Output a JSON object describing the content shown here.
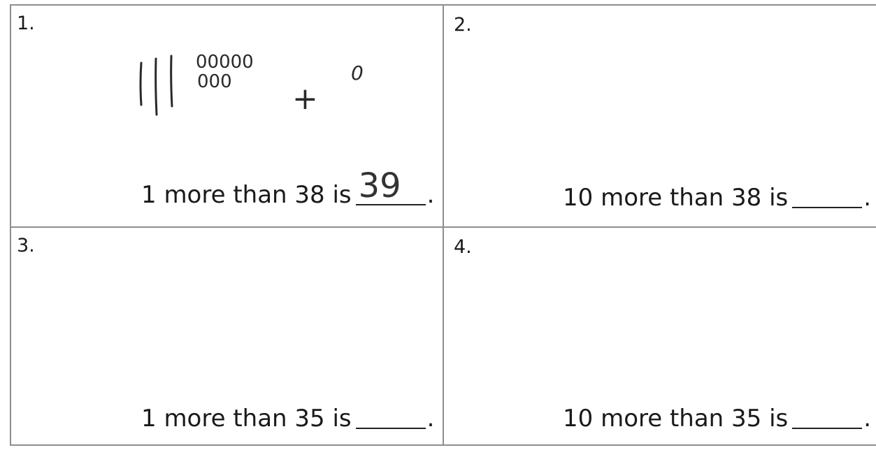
{
  "problems": [
    {
      "number": "1.",
      "prompt": "1 more than 38 is",
      "answer": "39",
      "period": ".",
      "sketch": {
        "tens_rods": 3,
        "ones_top_row": "00000",
        "ones_bottom_row": "000",
        "operator": "+",
        "added_one": "0"
      }
    },
    {
      "number": "2.",
      "prompt": "10 more than 38 is",
      "answer": "",
      "period": "."
    },
    {
      "number": "3.",
      "prompt": "1 more than 35 is",
      "answer": "",
      "period": "."
    },
    {
      "number": "4.",
      "prompt": "10 more than 35 is",
      "answer": "",
      "period": "."
    }
  ]
}
